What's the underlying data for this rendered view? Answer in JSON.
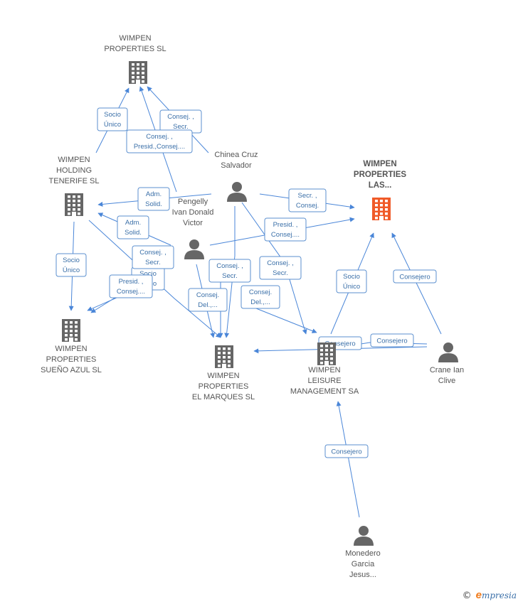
{
  "colors": {
    "edge": "#4a86d8",
    "icon": "#666666",
    "highlight": "#f05a28",
    "label_text": "#3a6fa8"
  },
  "nodes": [
    {
      "id": "wps",
      "type": "company",
      "icon": "building-icon",
      "lines": [
        "WIMPEN",
        "PROPERTIES SL"
      ]
    },
    {
      "id": "wht",
      "type": "company",
      "icon": "building-icon",
      "lines": [
        "WIMPEN",
        "HOLDING",
        "TENERIFE  SL"
      ]
    },
    {
      "id": "wpl",
      "type": "company",
      "icon": "building-icon",
      "highlight": true,
      "lines": [
        "WIMPEN",
        "PROPERTIES",
        "LAS..."
      ]
    },
    {
      "id": "wsa",
      "type": "company",
      "icon": "building-icon",
      "lines": [
        "WIMPEN",
        "PROPERTIES",
        "SUEÑO AZUL SL"
      ]
    },
    {
      "id": "wem",
      "type": "company",
      "icon": "building-icon",
      "lines": [
        "WIMPEN",
        "PROPERTIES",
        "EL MARQUES SL"
      ]
    },
    {
      "id": "wlm",
      "type": "company",
      "icon": "building-icon",
      "lines": [
        "WIMPEN",
        "LEISURE",
        "MANAGEMENT SA"
      ]
    },
    {
      "id": "chinea",
      "type": "person",
      "icon": "person-icon",
      "lines": [
        "Chinea Cruz",
        "Salvador"
      ]
    },
    {
      "id": "pengelly",
      "type": "person",
      "icon": "person-icon",
      "lines": [
        "Pengelly",
        "Ivan Donald",
        "Victor"
      ]
    },
    {
      "id": "crane",
      "type": "person",
      "icon": "person-icon",
      "lines": [
        "Crane Ian",
        "Clive"
      ]
    },
    {
      "id": "monedero",
      "type": "person",
      "icon": "person-icon",
      "lines": [
        "Monedero",
        "Garcia",
        "Jesus..."
      ]
    }
  ],
  "edge_labels": [
    {
      "id": "l1",
      "lines": [
        "Socio",
        "Único"
      ]
    },
    {
      "id": "l2",
      "lines": [
        "Consej. ,",
        "Secr."
      ]
    },
    {
      "id": "l3",
      "lines": [
        "Consej. ,",
        "Presid.,Consej...."
      ]
    },
    {
      "id": "l4",
      "lines": [
        "Adm.",
        "Solid."
      ]
    },
    {
      "id": "l5",
      "lines": [
        "Adm.",
        "Solid."
      ]
    },
    {
      "id": "l6",
      "lines": [
        "Secr. ,",
        "Consej."
      ]
    },
    {
      "id": "l7",
      "lines": [
        "Presid. ,",
        "Consej...."
      ]
    },
    {
      "id": "l8",
      "lines": [
        "Socio",
        "Único"
      ]
    },
    {
      "id": "l9",
      "lines": [
        "Socio",
        "Único"
      ]
    },
    {
      "id": "l10",
      "lines": [
        "Consej. ,",
        "Secr."
      ]
    },
    {
      "id": "l11",
      "lines": [
        "Presid. ,",
        "Consej...."
      ]
    },
    {
      "id": "l12",
      "lines": [
        "Consej. ,",
        "Secr."
      ]
    },
    {
      "id": "l13",
      "lines": [
        "Consej. ,",
        "Secr."
      ]
    },
    {
      "id": "l14",
      "lines": [
        "Consej.",
        "Del.,..."
      ]
    },
    {
      "id": "l15",
      "lines": [
        "Consej.",
        "Del.,..."
      ]
    },
    {
      "id": "l16",
      "lines": [
        "Socio",
        "Único"
      ]
    },
    {
      "id": "l17",
      "lines": [
        "Consejero"
      ]
    },
    {
      "id": "l18",
      "lines": [
        "Consejero"
      ]
    },
    {
      "id": "l19",
      "lines": [
        "Consejero"
      ]
    },
    {
      "id": "l20",
      "lines": [
        "Consejero"
      ]
    }
  ],
  "footer": {
    "copyright": "©",
    "brand_initial": "e",
    "brand_rest": "mpresia"
  }
}
